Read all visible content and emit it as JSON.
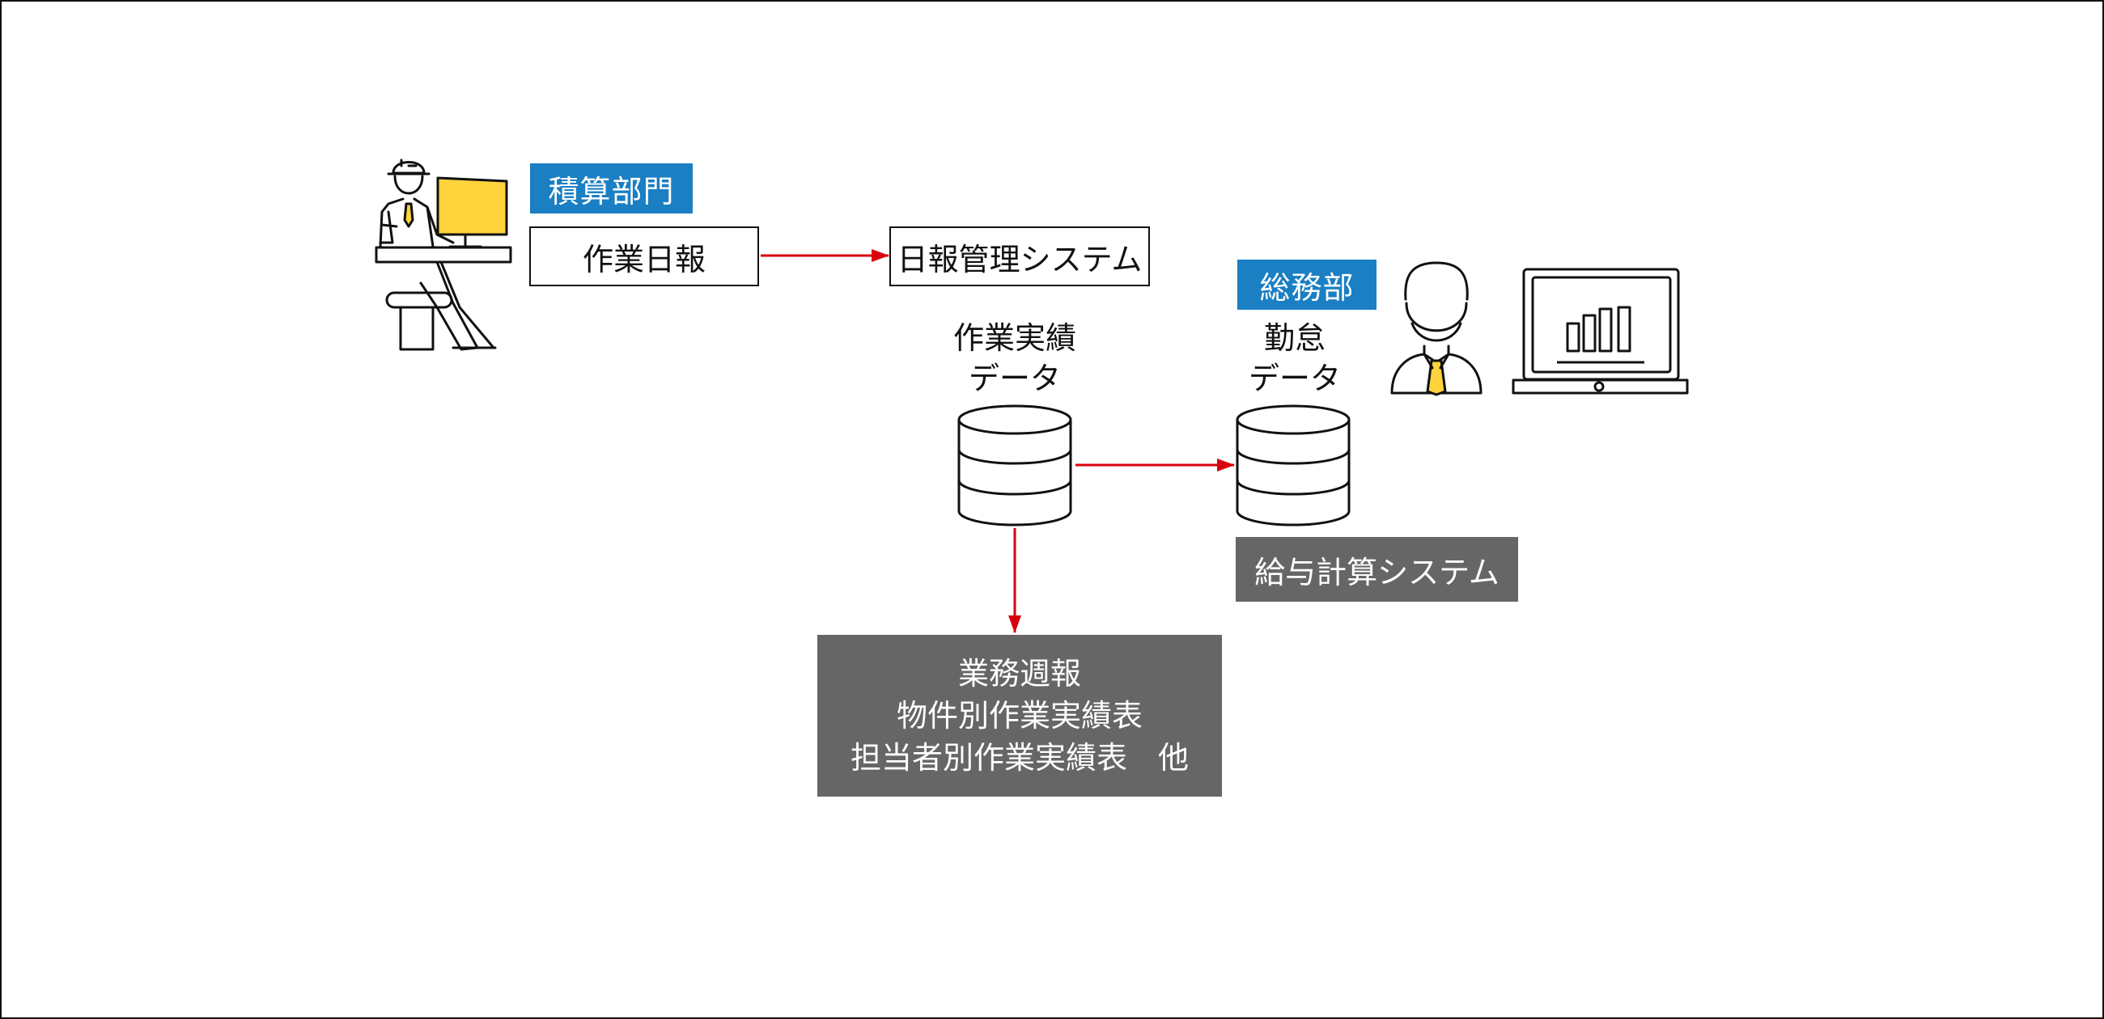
{
  "colors": {
    "tag_blue": "#1a7fc3",
    "box_gray": "#666666",
    "arrow_red": "#d9000d",
    "accent_yellow": "#ffd33c",
    "line": "#111111"
  },
  "nodes": {
    "estimating_dept": "積算部門",
    "daily_report": "作業日報",
    "daily_report_system": "日報管理システム",
    "work_data_label": [
      "作業実績",
      "データ"
    ],
    "general_affairs": "総務部",
    "attendance_data_label": [
      "勤怠",
      "データ"
    ],
    "payroll_system": "給与計算システム",
    "reports": [
      "業務週報",
      "物件別作業実績表",
      "担当者別作業実績表　他"
    ]
  },
  "icons": {
    "worker": "construction-worker-at-computer-icon",
    "office_person": "office-worker-icon",
    "laptop": "laptop-bar-chart-icon",
    "database": "database-icon"
  },
  "edges": [
    {
      "from": "daily_report",
      "to": "daily_report_system"
    },
    {
      "from": "work_data",
      "to": "attendance_data"
    },
    {
      "from": "work_data",
      "to": "reports"
    }
  ]
}
